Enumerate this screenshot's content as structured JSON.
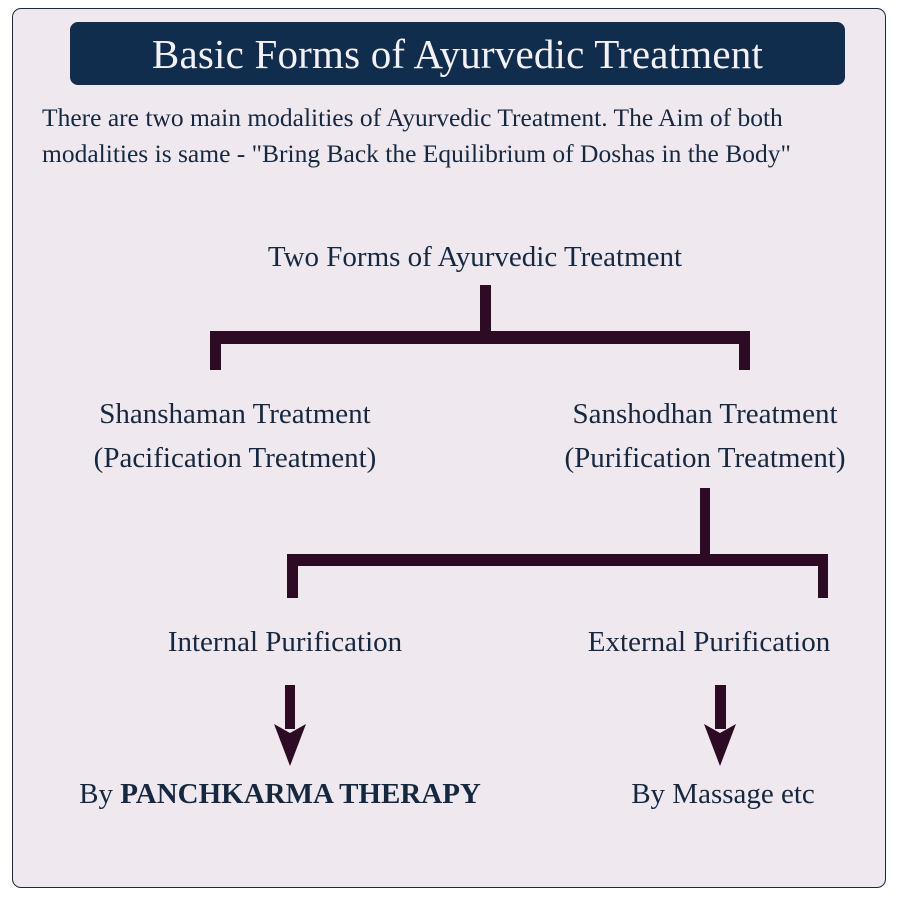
{
  "title": "Basic Forms of  Ayurvedic Treatment",
  "intro": "There are two main modalities of  Ayurvedic Treatment. The Aim of  both modalities is same - \"Bring Back the Equilibrium of  Doshas in the Body\"",
  "root": {
    "label": "Two Forms of  Ayurvedic Treatment",
    "children": [
      {
        "line1": "Shanshaman Treatment",
        "line2": "(Pacification Treatment)"
      },
      {
        "line1": "Sanshodhan Treatment",
        "line2": "(Purification Treatment)",
        "children": [
          {
            "label": "Internal Purification",
            "result_prefix": "By ",
            "result_emphasis": "PANCHKARMA THERAPY"
          },
          {
            "label": "External Purification",
            "result_prefix": "By Massage etc",
            "result_emphasis": ""
          }
        ]
      }
    ]
  },
  "colors": {
    "background": "#efe8ef",
    "title_bar": "#112d4d",
    "text": "#16283f",
    "connector": "#2e0b25"
  }
}
